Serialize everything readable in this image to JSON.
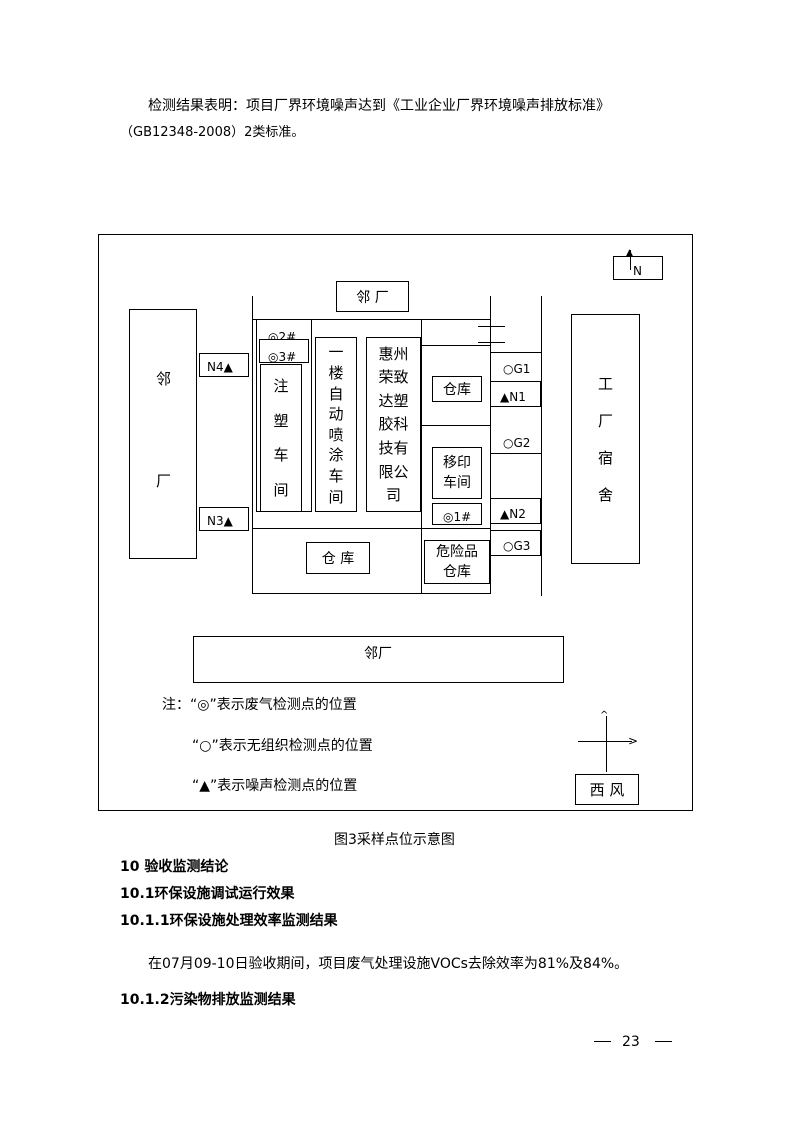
{
  "intro": {
    "line1": "检测结果表明：项目厂界环境噪声达到《工业企业厂界环境噪声排放标准》",
    "line2": "（GB12348-2008）2类标准。"
  },
  "map": {
    "compass_top": "N",
    "top_neighbor": "邻 厂",
    "left_neighbor_chars": [
      "邻",
      "厂"
    ],
    "bottom_neighbor": "邻厂",
    "dormitory_chars": [
      "工",
      "厂",
      "宿",
      "舍"
    ],
    "injection_chars": [
      "注",
      "塑",
      "车",
      "间"
    ],
    "spray_chars": [
      "一",
      "楼",
      "自",
      "动",
      "喷",
      "涂",
      "车",
      "间"
    ],
    "company_chars": [
      "惠州",
      "荣致",
      "达塑",
      "胶科",
      "技有",
      "限公",
      "司"
    ],
    "warehouse_upper": "仓库",
    "print_shop_lines": [
      "移印",
      "车间"
    ],
    "warehouse_lower": "仓 库",
    "hazmat_lines": [
      "危险品",
      "仓库"
    ],
    "markers": {
      "p2": "◎2#",
      "p3": "◎3#",
      "p1": "◎1#",
      "g1": "○G1",
      "g2": "○G2",
      "g3": "○G3",
      "n1": "▲N1",
      "n2": "▲N2",
      "n3": "N3▲",
      "n4": "N4▲"
    },
    "legend": {
      "line1": "注：“◎”表示废气检测点的位置",
      "line2": "“○”表示无组织检测点的位置",
      "line3": "“▲”表示噪声检测点的位置"
    },
    "wind_label": "西 风"
  },
  "caption": "图3采样点位示意图",
  "sections": {
    "h10": "10 验收监测结论",
    "h10_1": "10.1环保设施调试运行效果",
    "h10_1_1": "10.1.1环保设施处理效率监测结果",
    "p10_1_1": "在07月09-10日验收期间，项目废气处理设施VOCs去除效率为81%及84%。",
    "h10_1_2": "10.1.2污染物排放监测结果"
  },
  "footer": {
    "page_number": "23"
  }
}
